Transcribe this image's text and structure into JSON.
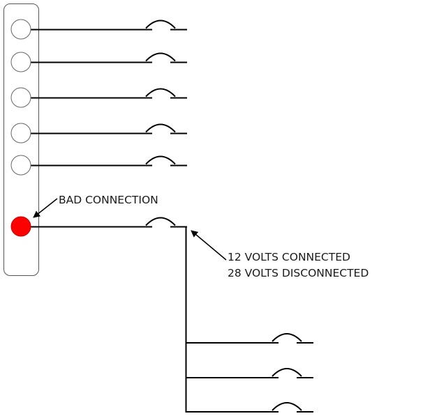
{
  "diagram": {
    "panel": {
      "label": "connector-panel"
    },
    "connections": [
      {
        "id": 1,
        "status": "ok"
      },
      {
        "id": 2,
        "status": "ok"
      },
      {
        "id": 3,
        "status": "ok"
      },
      {
        "id": 4,
        "status": "ok"
      },
      {
        "id": 5,
        "status": "ok"
      },
      {
        "id": 6,
        "status": "bad"
      }
    ],
    "branches": [
      {
        "id": 1
      },
      {
        "id": 2
      },
      {
        "id": 3
      }
    ],
    "annotations": {
      "bad_connection": "BAD CONNECTION",
      "voltage_line1": "12 VOLTS CONNECTED",
      "voltage_line2": "28 VOLTS DISCONNECTED"
    },
    "colors": {
      "bad": "#ff0000",
      "ok": "#ffffff",
      "line": "#000000"
    }
  }
}
